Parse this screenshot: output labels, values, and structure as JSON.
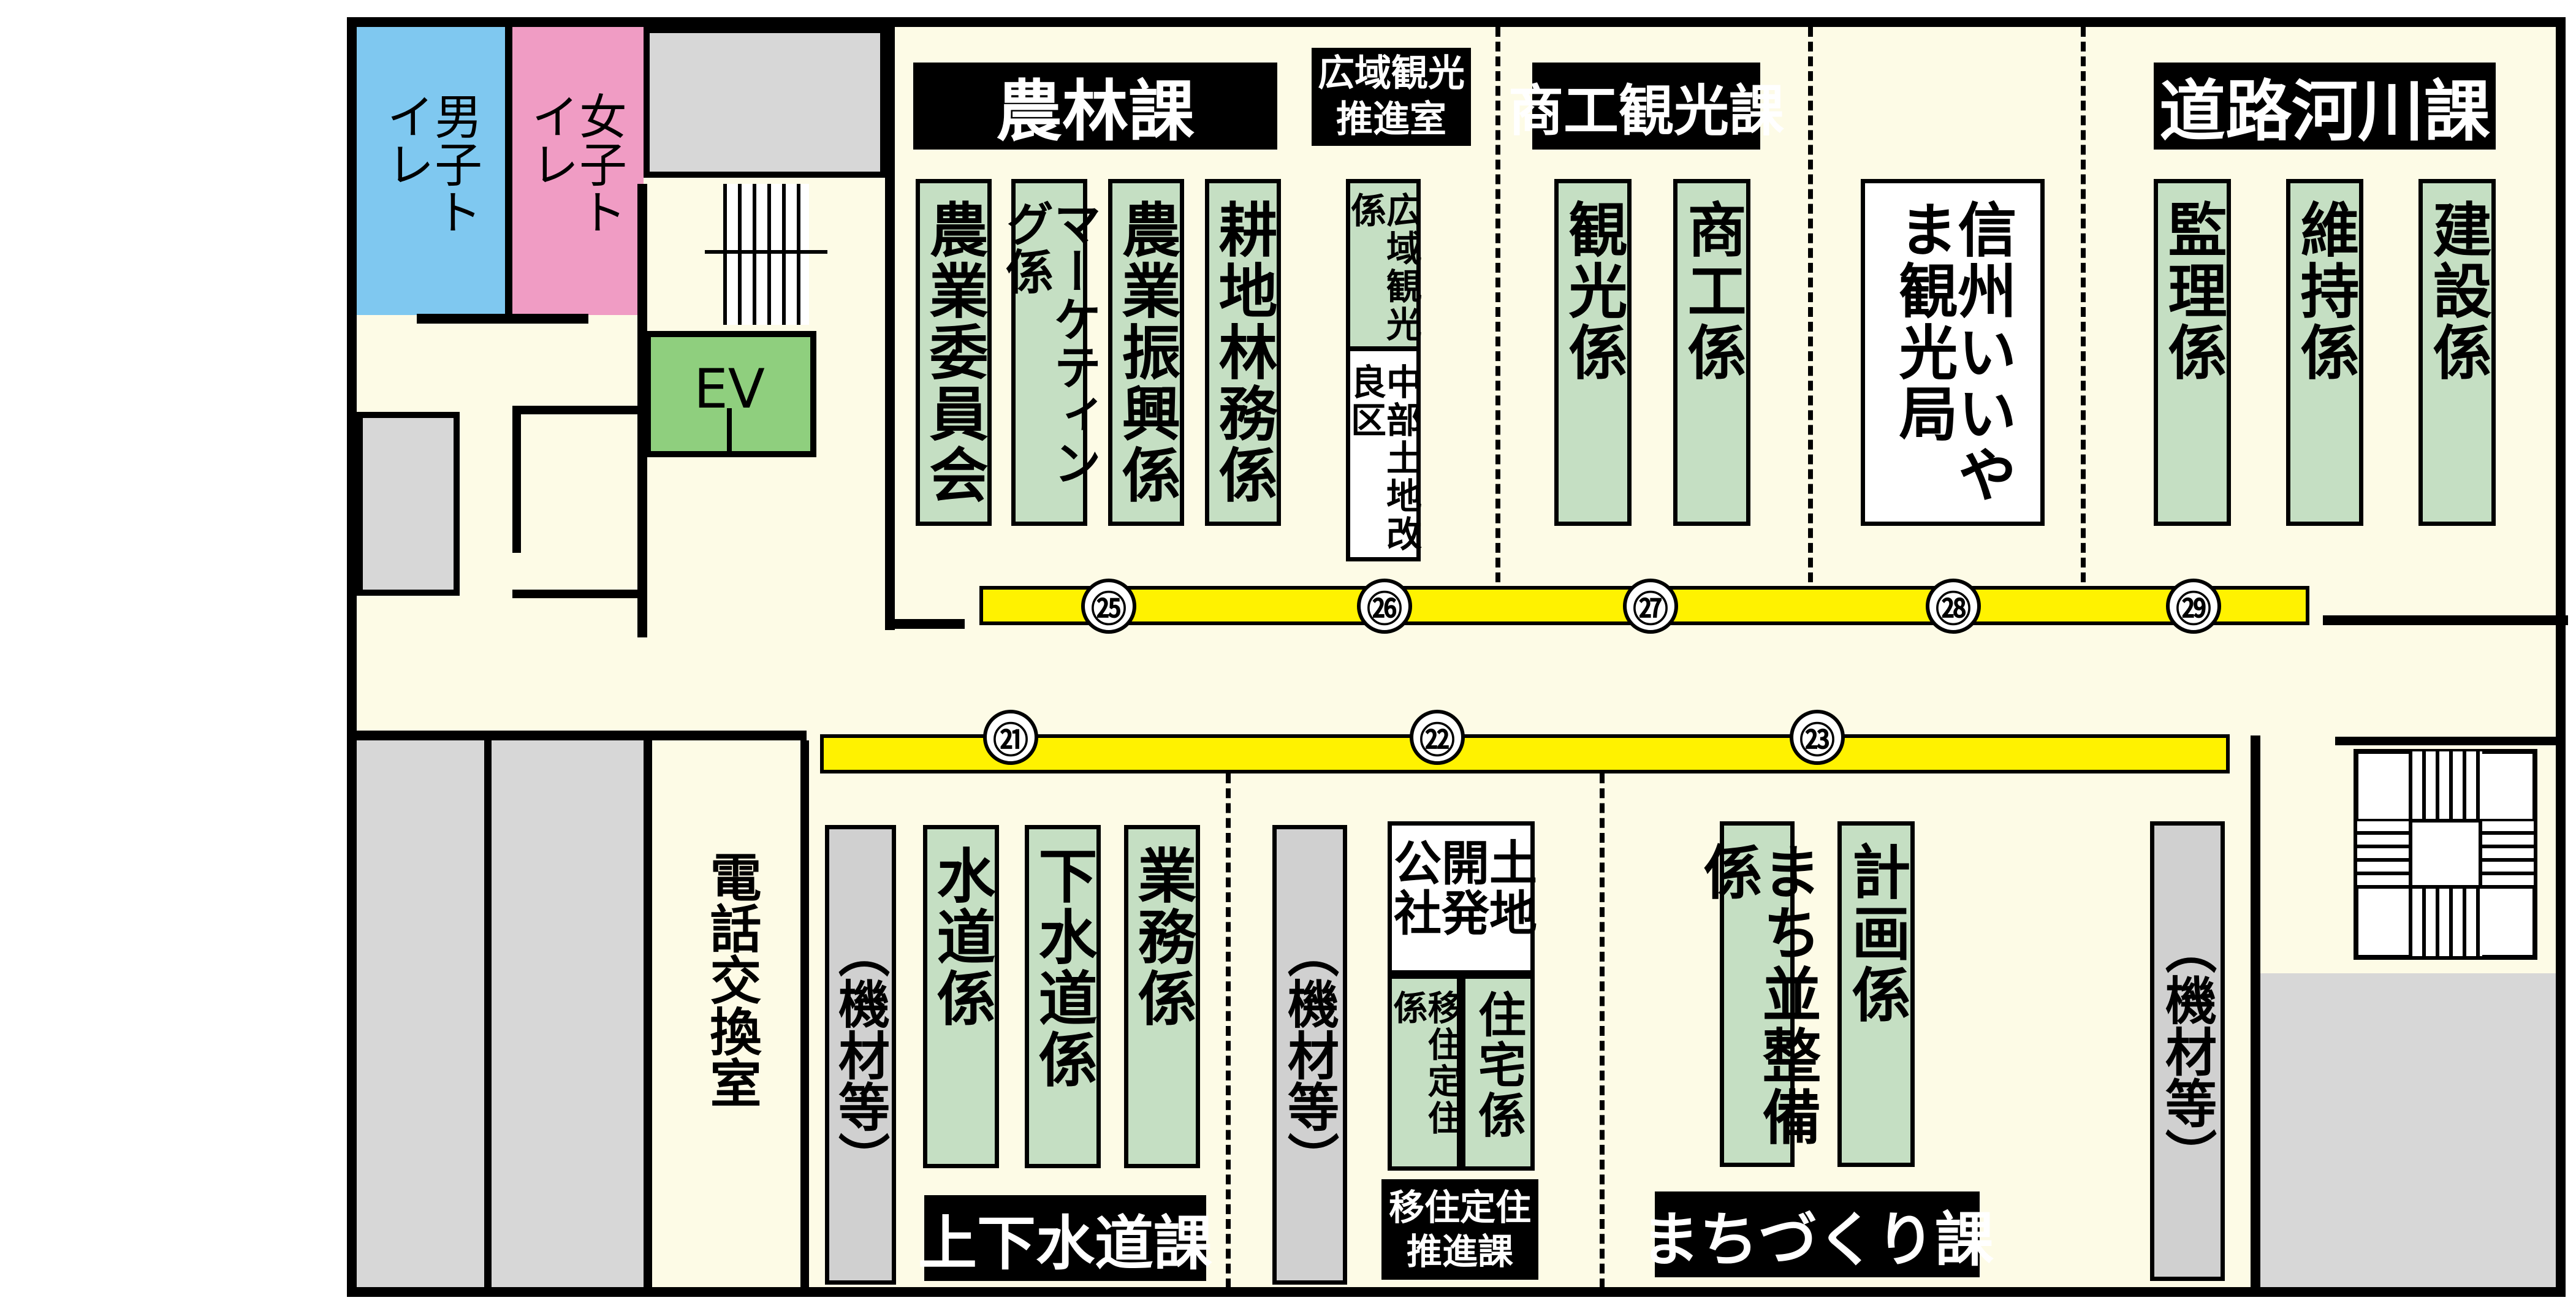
{
  "toilets": {
    "men": "男子トイレ",
    "women": "女子トイレ"
  },
  "elevator": "EV",
  "sections": {
    "norin": "農林課",
    "koiki_room": "広域観光\n推進室",
    "shoko": "商工観光課",
    "doro": "道路河川課",
    "josuido": "上下水道課",
    "ijuu": "移住定住\n推進課",
    "machizukuri": "まちづくり課"
  },
  "desks_north": {
    "nogyo_iinkai": "農業委員会",
    "marketing": "マーケティング係",
    "nogyo_shinko": "農業振興係",
    "kochi_rimmu": "耕地林務係",
    "koiki_kanko": "広域観光係",
    "chubu_tochi": "中部土地改良区",
    "kanko": "観光係",
    "shoko_kakari": "商工係",
    "shinshu": "信州いいやま観光局",
    "kanri": "監理係",
    "iji": "維持係",
    "kensetsu": "建設係"
  },
  "desks_south": {
    "suido": "水道係",
    "gesuido": "下水道係",
    "gyomu": "業務係",
    "tochi_kaihatsu": "土地開発公社",
    "ijuu_kakari": "移住定住係",
    "jutaku": "住宅係",
    "machinami": "まち並整備係",
    "keikaku": "計画係"
  },
  "rooms": {
    "denwa": "電話交換室"
  },
  "equipment_label": "（機材等）",
  "counters": [
    "㉑",
    "㉒",
    "㉓",
    "㉕",
    "㉖",
    "㉗",
    "㉘",
    "㉙"
  ]
}
